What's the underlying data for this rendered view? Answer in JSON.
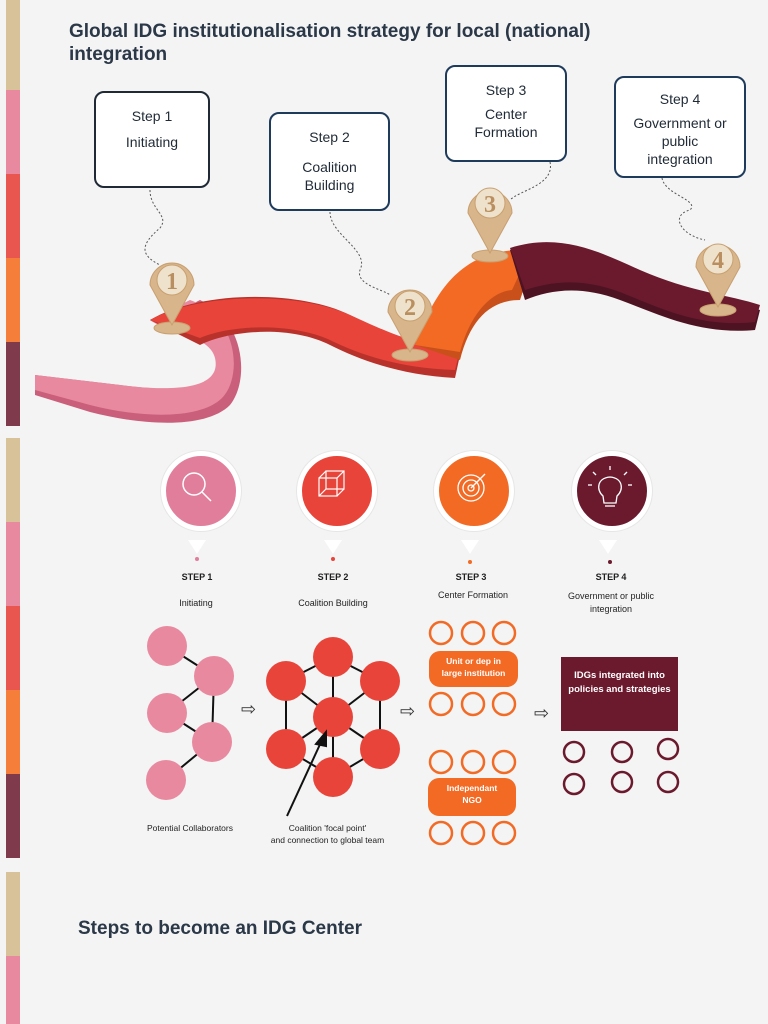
{
  "title": "Global IDG institutionalisation strategy for local (national) integration",
  "roadmap": {
    "steps": [
      {
        "step": "Step 1",
        "label": "Initiating",
        "marker": "1"
      },
      {
        "step": "Step 2",
        "label_line1": "Coalition",
        "label_line2": "Building",
        "marker": "2"
      },
      {
        "step": "Step 3",
        "label_line1": "Center",
        "label_line2": "Formation",
        "marker": "3"
      },
      {
        "step": "Step 4",
        "label_line1": "Government or",
        "label_line2": "public",
        "label_line3": "integration",
        "marker": "4"
      }
    ]
  },
  "process": {
    "steps": [
      {
        "heading": "STEP 1",
        "label": "Initiating",
        "icon": "magnifier-icon",
        "color": "#e17e9c"
      },
      {
        "heading": "STEP 2",
        "label": "Coalition Building",
        "icon": "network-cube-icon",
        "color": "#e8443a"
      },
      {
        "heading": "STEP 3",
        "label": "Center Formation",
        "icon": "target-icon",
        "color": "#f26a24"
      },
      {
        "heading": "STEP 4",
        "label": "Government or public integration",
        "icon": "lightbulb-icon",
        "color": "#6b1a2e"
      }
    ],
    "potential_collaborators": "Potential Collaborators",
    "focal_point_line1": "Coalition 'focal point'",
    "focal_point_line2": "and connection to global team",
    "unit_label": "Unit or dep in large institution",
    "ngo_label_line1": "Independant",
    "ngo_label_line2": "NGO",
    "integrated_label": "IDGs integrated into policies and strategies"
  },
  "subtitle": "Steps to become an IDG Center",
  "colors": {
    "beige": "#d8c29a",
    "pink": "#e8899f",
    "red": "#e8443a",
    "orange": "#f47e3a",
    "maroon": "#7f3a4c",
    "marker": "#d8b58a"
  }
}
